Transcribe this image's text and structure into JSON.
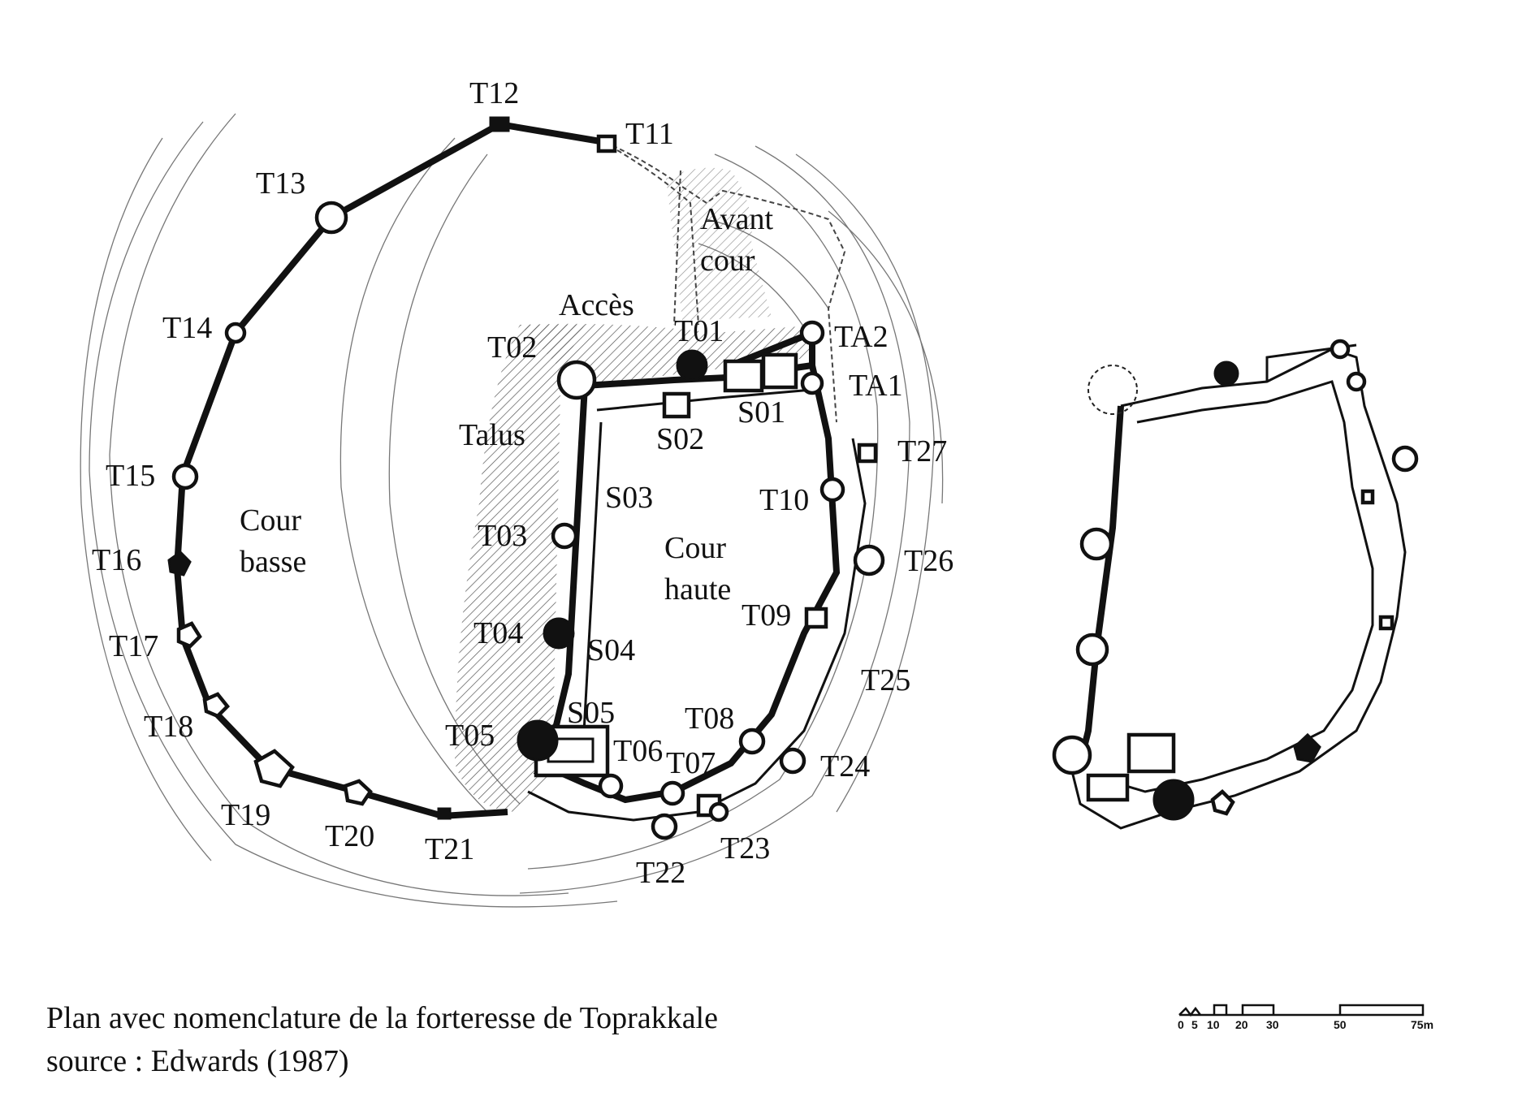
{
  "map": {
    "tower_labels": {
      "t01": "T01",
      "t02": "T02",
      "t03": "T03",
      "t04": "T04",
      "t05": "T05",
      "t06": "T06",
      "t07": "T07",
      "t08": "T08",
      "t09": "T09",
      "t10": "T10",
      "t11": "T11",
      "t12": "T12",
      "t13": "T13",
      "t14": "T14",
      "t15": "T15",
      "t16": "T16",
      "t17": "T17",
      "t18": "T18",
      "t19": "T19",
      "t20": "T20",
      "t21": "T21",
      "t22": "T22",
      "t23": "T23",
      "t24": "T24",
      "t25": "T25",
      "t26": "T26",
      "t27": "T27",
      "ta1": "TA1",
      "ta2": "TA2"
    },
    "structure_labels": {
      "s01": "S01",
      "s02": "S02",
      "s03": "S03",
      "s04": "S04",
      "s05": "S05"
    },
    "area_labels": {
      "avant_cour_line1": "Avant",
      "avant_cour_line2": "cour",
      "acces": "Accès",
      "talus": "Talus",
      "cour_basse_line1": "Cour",
      "cour_basse_line2": "basse",
      "cour_haute_line1": "Cour",
      "cour_haute_line2": "haute"
    }
  },
  "scale_bar": {
    "ticks": [
      "0",
      "5",
      "10",
      "20",
      "30",
      "50",
      "75m"
    ]
  },
  "caption": {
    "line1": "Plan avec nomenclature de la forteresse de Toprakkale",
    "line2": "source : Edwards (1987)"
  }
}
